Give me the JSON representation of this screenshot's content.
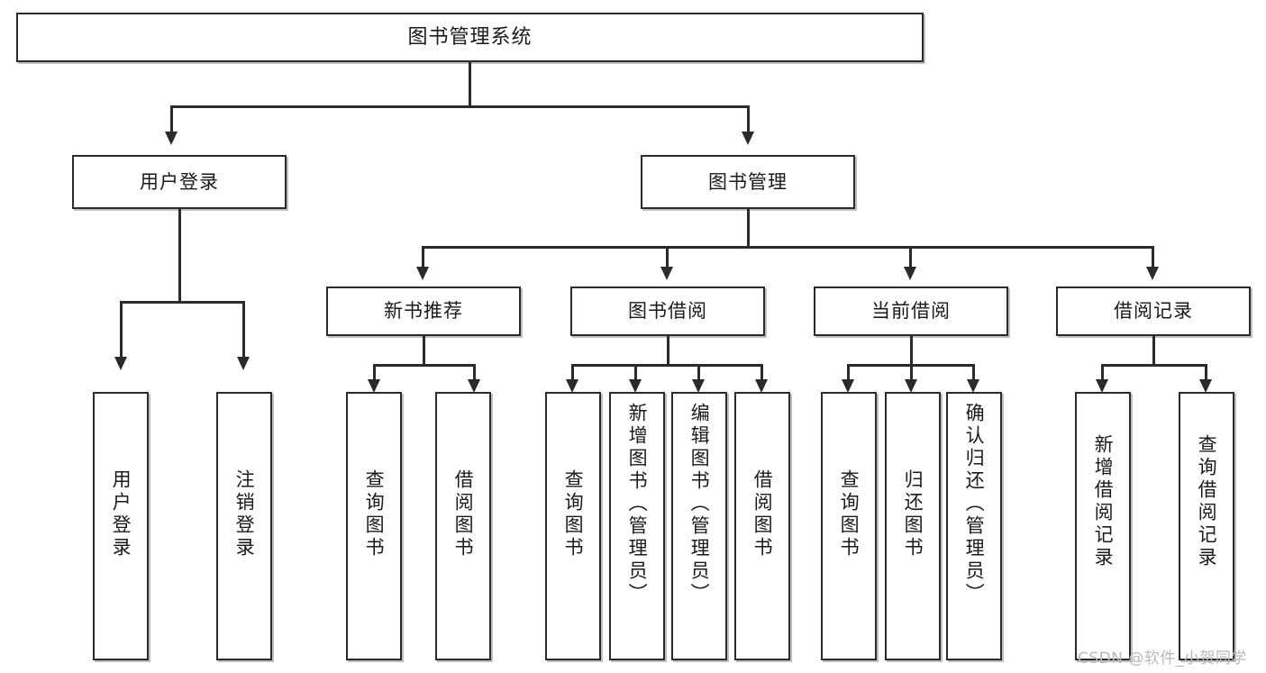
{
  "diagram": {
    "title": "图书管理系统",
    "type": "tree",
    "watermark": "CSDN @软件_小贺同学"
  },
  "nodes": {
    "root": {
      "label": "图书管理系统"
    },
    "level2": [
      {
        "id": "user-login",
        "label": "用户登录"
      },
      {
        "id": "book-manage",
        "label": "图书管理"
      }
    ],
    "level3": [
      {
        "id": "new-book-recommend",
        "label": "新书推荐"
      },
      {
        "id": "book-borrow",
        "label": "图书借阅"
      },
      {
        "id": "current-borrow",
        "label": "当前借阅"
      },
      {
        "id": "borrow-record",
        "label": "借阅记录"
      }
    ],
    "leaves": {
      "user_login": [
        {
          "id": "leaf-user-login",
          "label": "用户登录"
        },
        {
          "id": "leaf-logout-login",
          "label": "注销登录"
        }
      ],
      "new_book_recommend": [
        {
          "id": "leaf-query-book-1",
          "label": "查询图书"
        },
        {
          "id": "leaf-borrow-book-1",
          "label": "借阅图书"
        }
      ],
      "book_borrow": [
        {
          "id": "leaf-query-book-2",
          "label": "查询图书"
        },
        {
          "id": "leaf-add-book",
          "label": "新增图书（管理员）"
        },
        {
          "id": "leaf-edit-book",
          "label": "编辑图书（管理员）"
        },
        {
          "id": "leaf-borrow-book-2",
          "label": "借阅图书"
        }
      ],
      "current_borrow": [
        {
          "id": "leaf-query-book-3",
          "label": "查询图书"
        },
        {
          "id": "leaf-return-book",
          "label": "归还图书"
        },
        {
          "id": "leaf-confirm-return",
          "label": "确认归还（管理员）"
        }
      ],
      "borrow_record": [
        {
          "id": "leaf-add-record",
          "label": "新增借阅记录"
        },
        {
          "id": "leaf-query-record",
          "label": "查询借阅记录"
        }
      ]
    }
  },
  "style": {
    "border_color": "#2b2b2b",
    "box_fill": "#ffffff",
    "text_color": "#1a1a1a",
    "watermark_color": "#b9b9b9",
    "page_background": "#ffffff"
  }
}
